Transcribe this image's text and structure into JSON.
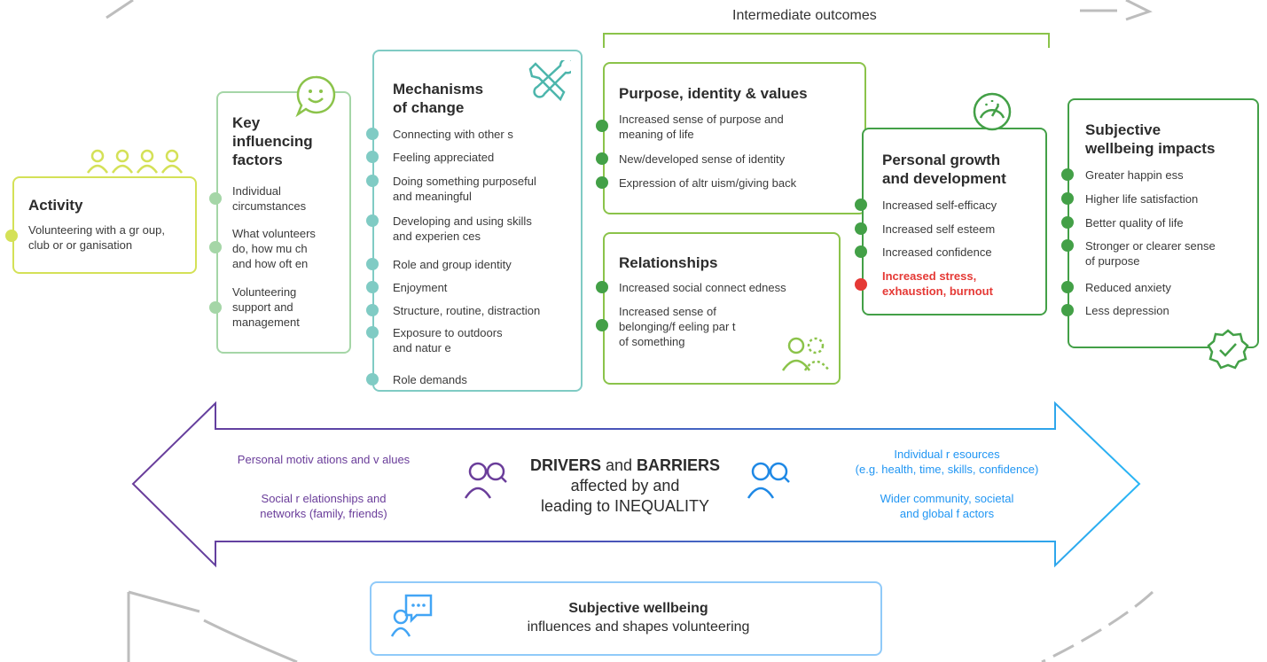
{
  "header": {
    "label": "Intermediate outcomes"
  },
  "colors": {
    "activity": "#d4e157",
    "influencing": "#a5d6a7",
    "mechanisms": "#80cbc4",
    "outcomes": "#8bc34a",
    "growth": "#43a047",
    "wellbeing": "#43a047",
    "negative": "#e53935",
    "drivers_left": "#6a3d9a",
    "drivers_right": "#2196f3",
    "return_box": "#90caf9",
    "cycle_arrow": "#bdbdbd"
  },
  "activity": {
    "title": "Activity",
    "text": [
      "Volunteering with a gr oup,",
      "club or or ganisation"
    ],
    "icon": "people-group-icon"
  },
  "influencing": {
    "title": [
      "Key",
      "influencing",
      "factors"
    ],
    "icon": "smiley-chat-icon",
    "items": [
      [
        "Individual",
        "circumstances"
      ],
      [
        "What volunteers",
        "do, how mu ch",
        "and how oft en"
      ],
      [
        "Volunteering",
        "support and",
        "management"
      ]
    ]
  },
  "mechanisms": {
    "title": [
      "Mechanisms",
      "of change"
    ],
    "icon": "tools-icon",
    "items": [
      [
        "Connecting with other s"
      ],
      [
        "Feeling appreciated"
      ],
      [
        "Doing something purposeful",
        "and meaningful"
      ],
      [
        "Developing and using skills",
        "and experien ces"
      ],
      [
        "Role and group identity"
      ],
      [
        "Enjoyment"
      ],
      [
        "Structure, routine, distraction"
      ],
      [
        "Exposure to outdoors",
        "and natur e"
      ],
      [
        "Role demands"
      ]
    ]
  },
  "purpose": {
    "title": "Purpose, identity & values",
    "items": [
      [
        "Increased sense of purpose and",
        "meaning of  life"
      ],
      [
        "New/developed sense of identity"
      ],
      [
        "Expression of altr uism/giving back"
      ]
    ]
  },
  "relationships": {
    "title": "Relationships",
    "icon": "two-people-icon",
    "items": [
      [
        "Increased social connect edness"
      ],
      [
        "Increased sense of",
        "belonging/f eeling par t",
        "of something"
      ]
    ]
  },
  "growth": {
    "title": [
      "Personal growth",
      "and development"
    ],
    "icon": "gauge-icon",
    "items": [
      [
        "Increased self-efficacy"
      ],
      [
        "Increased self esteem"
      ],
      [
        "Increased confidence"
      ]
    ],
    "negative": [
      "Increased stress,",
      "exhaustion, burnout"
    ]
  },
  "wellbeing": {
    "title": [
      "Subjective",
      "wellbeing impacts"
    ],
    "icon": "award-check-icon",
    "items": [
      [
        "Greater happin ess"
      ],
      [
        "Higher life satisfaction"
      ],
      [
        "Better quality of life"
      ],
      [
        "Stronger or clearer sense",
        "of purpose"
      ],
      [
        "Reduced anxiety"
      ],
      [
        "Less depression"
      ]
    ]
  },
  "drivers": {
    "left_items": [
      [
        "Personal motiv ations and v alues"
      ],
      [
        "Social r elationships and",
        "networks (family, friends)"
      ]
    ],
    "center": {
      "line1_a": "DRIVERS",
      "line1_b": " and ",
      "line1_c": "BARRIERS",
      "line2": "affected by and",
      "line3": "leading to INEQUALITY"
    },
    "right_items": [
      [
        "Individual r esources",
        "(e.g. health, time, skills, confidence)"
      ],
      [
        "Wider community, societal",
        "and global f actors"
      ]
    ],
    "left_icon": "person-search-icon",
    "right_icon": "person-search-icon"
  },
  "feedback": {
    "title": "Subjective wellbeing",
    "subtitle": "influences and shapes volunteering",
    "icon": "person-speech-icon"
  }
}
